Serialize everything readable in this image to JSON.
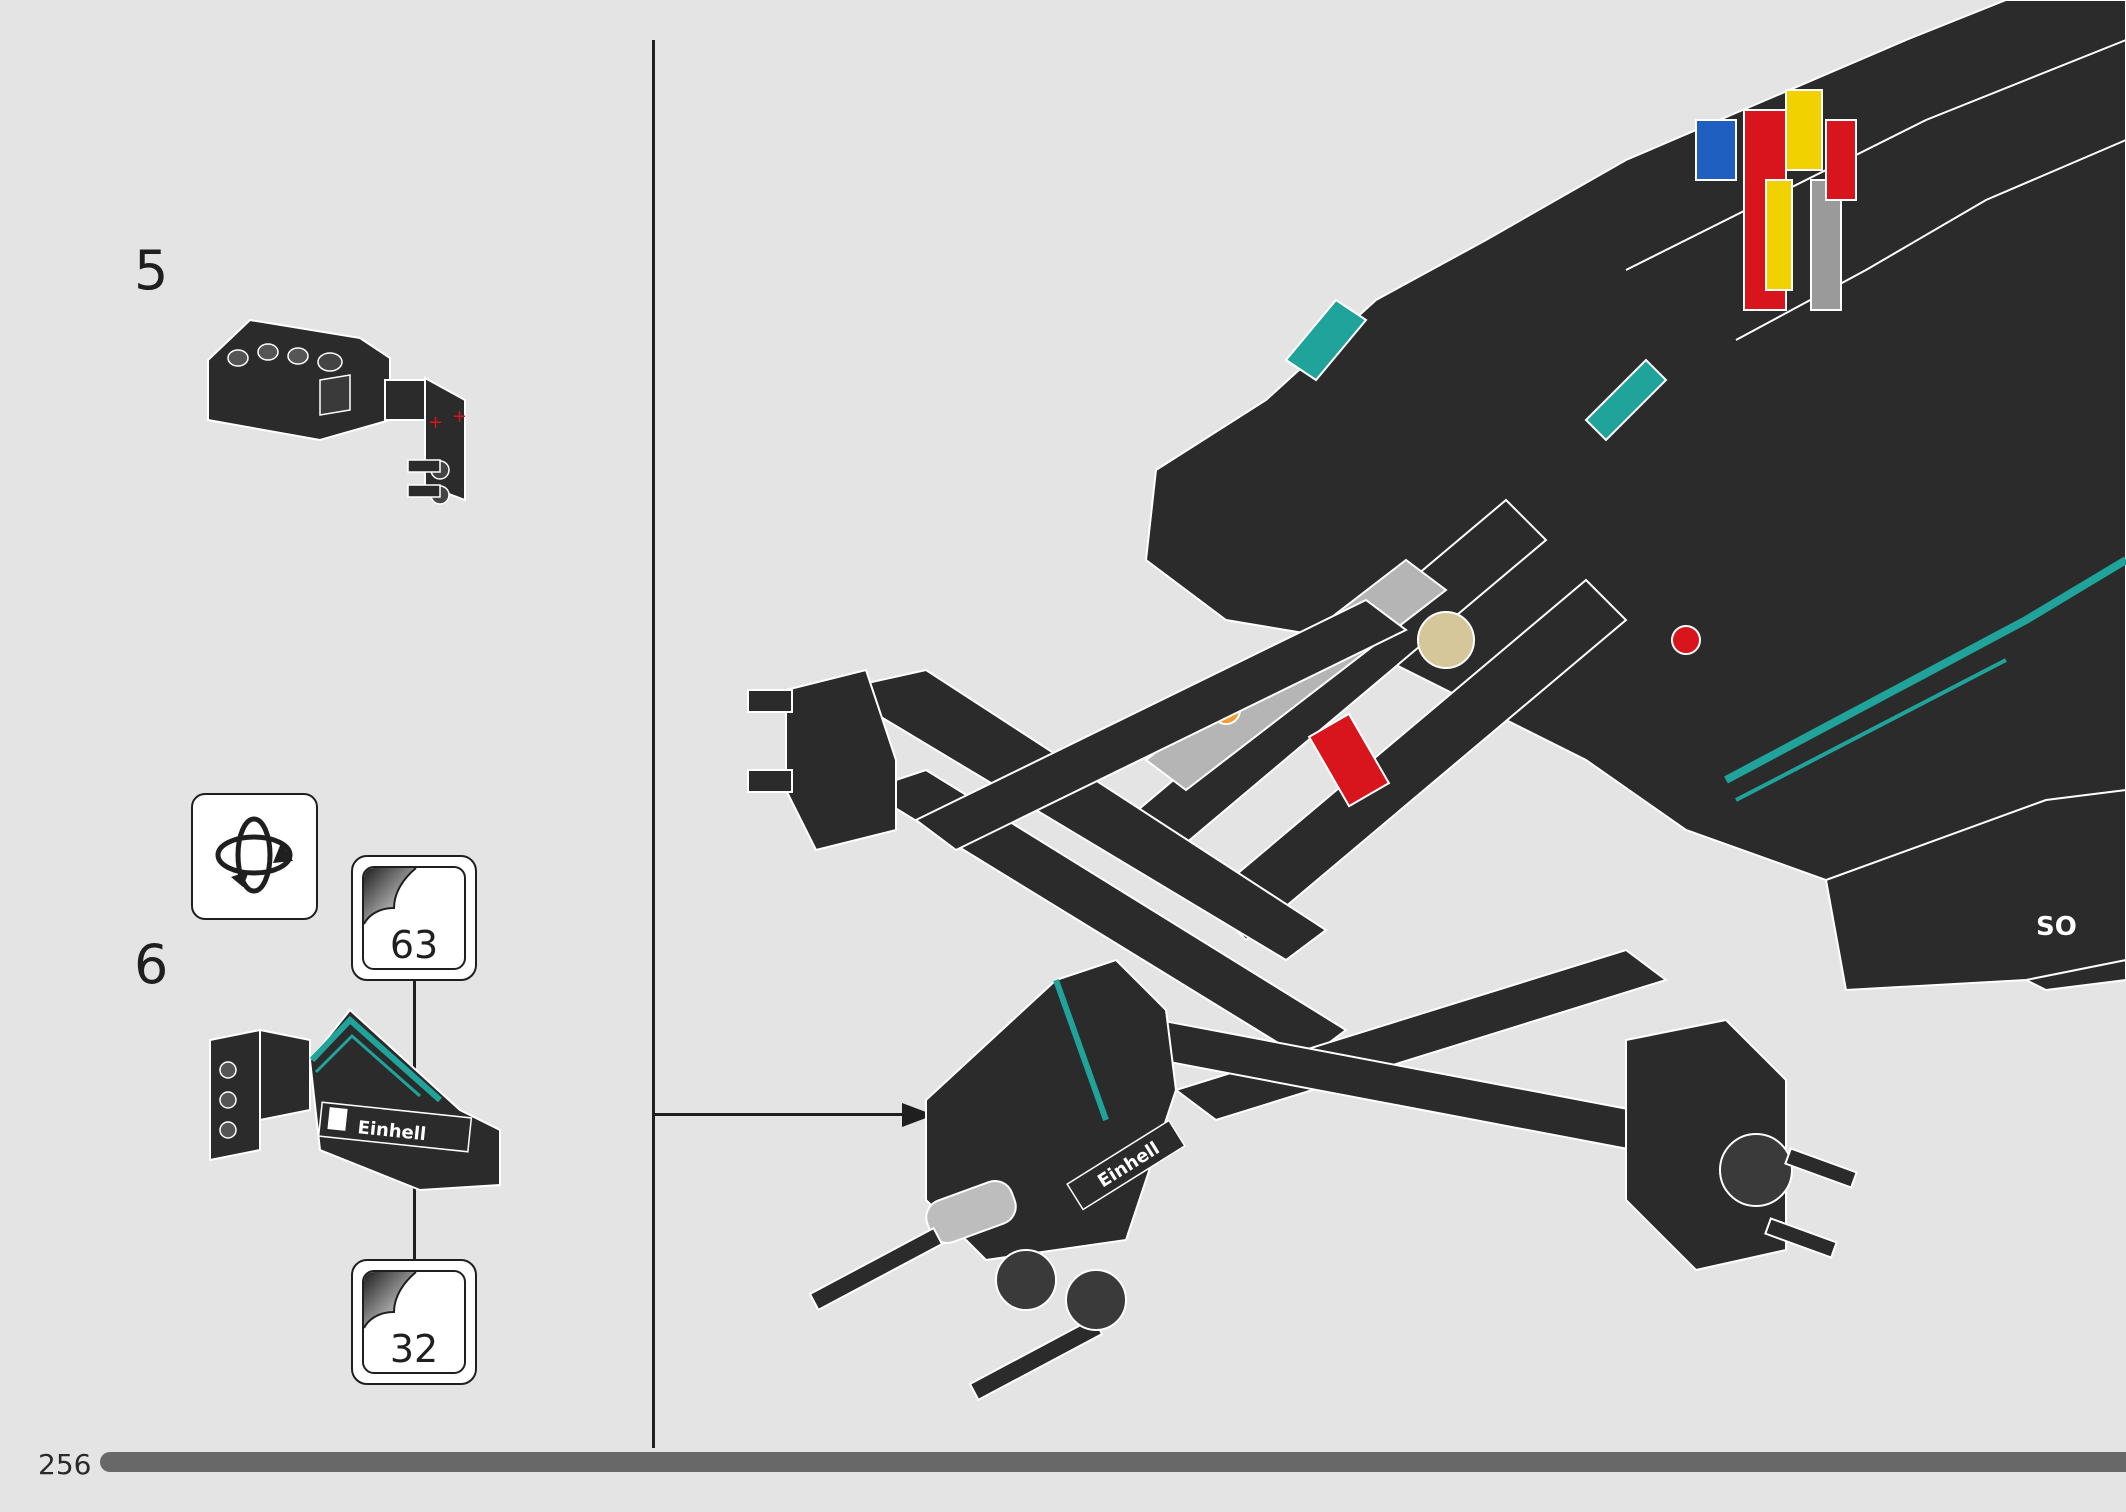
{
  "page": {
    "number": "256"
  },
  "steps": [
    {
      "number": "5"
    },
    {
      "number": "6"
    }
  ],
  "stickers": [
    {
      "number": "63"
    },
    {
      "number": "32"
    }
  ],
  "icons": {
    "rotate": "rotate-model-icon",
    "sticker": "sticker-sheet-icon",
    "callout_arrow": "callout-arrow-icon"
  },
  "colors": {
    "background": "#e4e4e4",
    "part_dark": "#2b2b2b",
    "accent_teal": "#1fa39a",
    "accent_red": "#d8141c",
    "accent_yellow": "#f2d100",
    "accent_blue": "#1e5fbf",
    "accent_orange": "#f39b32",
    "accent_tan": "#d6c79a"
  }
}
